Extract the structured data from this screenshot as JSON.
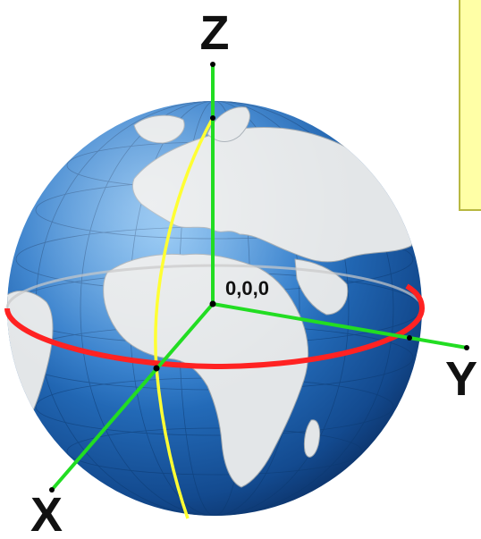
{
  "labels": {
    "z_axis": "Z",
    "y_axis": "Y",
    "x_axis": "X",
    "origin": "0,0,0"
  },
  "colors": {
    "axis_line": "#22dd22",
    "prime_meridian": "#ffff33",
    "equator": "#ff2222",
    "ocean": "#1f63b5",
    "land": "#e3e6e8",
    "note_box_fill": "#ffffa6",
    "note_box_border": "#b8b840"
  }
}
